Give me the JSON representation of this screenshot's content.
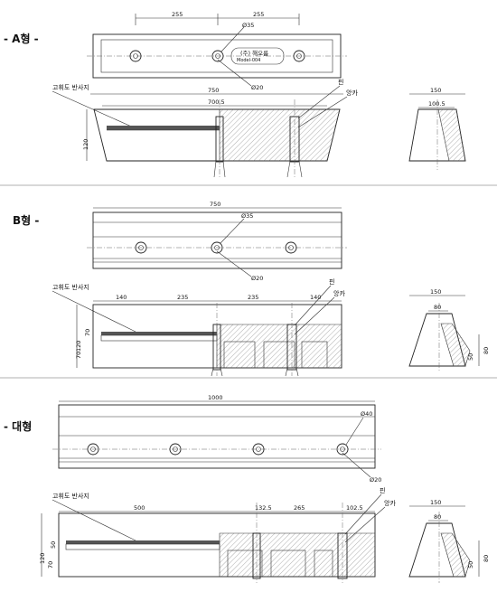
{
  "sections": {
    "a": {
      "title": "- A형 -",
      "top_dims": [
        "255",
        "255"
      ],
      "hole_dia": "Ø35",
      "hole_dia2": "Ø20",
      "overall": "750",
      "inner": "700.5",
      "height": "120",
      "label_left": "고휘도 반사지",
      "label_pin": "핀",
      "label_anchor": "앙카",
      "side_top": "150",
      "side_inner": "100.5"
    },
    "b": {
      "title": "B형 -",
      "overall": "750",
      "hole_dia": "Ø35",
      "hole_dia2": "Ø20",
      "seg_dims": [
        "140",
        "235",
        "235",
        "140"
      ],
      "label_left": "고휘도 반사지",
      "label_pin": "핀",
      "label_anchor": "앙카",
      "heights": [
        "120",
        "70",
        "70"
      ],
      "side_top": "150",
      "side_inner": "80",
      "side_right": [
        "80",
        "50"
      ]
    },
    "c": {
      "title": "- 대형",
      "overall": "1000",
      "hole_dia": "Ø40",
      "hole_dia2": "Ø20",
      "seg_dims": [
        "500",
        "132.5",
        "265",
        "102.5"
      ],
      "label_left": "고휘도 반사지",
      "label_pin": "핀",
      "label_anchor": "앙카",
      "heights": [
        "120",
        "70",
        "50"
      ],
      "side_top": "150",
      "side_inner": "80",
      "side_right": [
        "50",
        "80"
      ]
    }
  },
  "plate_text": {
    "line1": "(주) 해오름",
    "line2": "Model-004"
  }
}
